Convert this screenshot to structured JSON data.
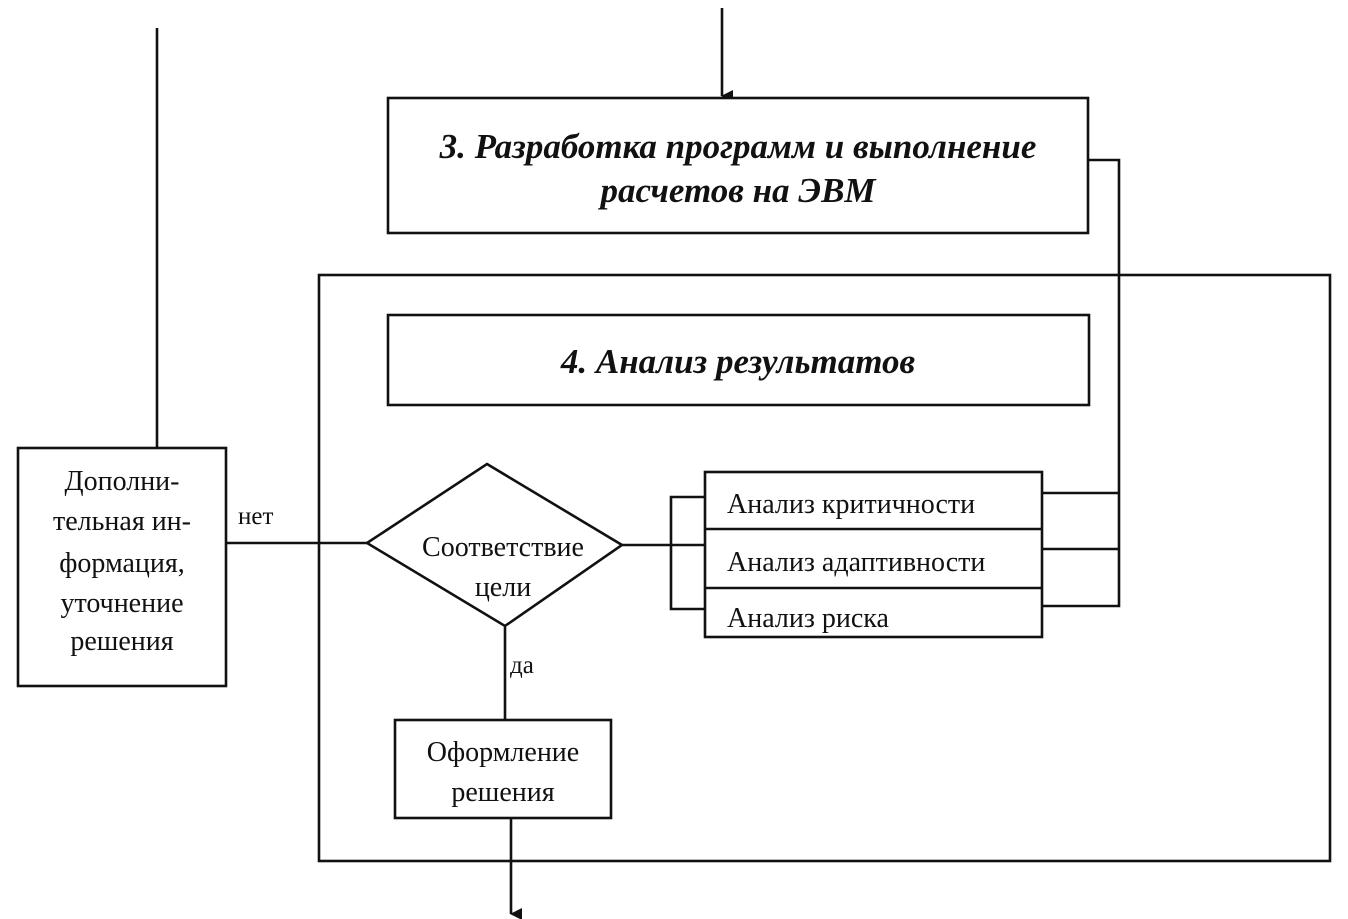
{
  "boxes": {
    "step3": {
      "line1": "3. Разработка программ и выполнение",
      "line2": "расчетов на ЭВМ"
    },
    "step4": {
      "label": "4. Анализ результатов"
    },
    "additional_info": {
      "line1": "Дополни-",
      "line2": "тельная ин-",
      "line3": "формация,",
      "line4": "уточнение",
      "line5": "решения"
    },
    "decision": {
      "line1": "Соответствие",
      "line2": "цели"
    },
    "analysis_items": [
      "Анализ критичности",
      "Анализ адаптивности",
      "Анализ риска"
    ],
    "finalize": {
      "line1": "Оформление",
      "line2": "решения"
    }
  },
  "labels": {
    "no": "нет",
    "yes": "да"
  }
}
